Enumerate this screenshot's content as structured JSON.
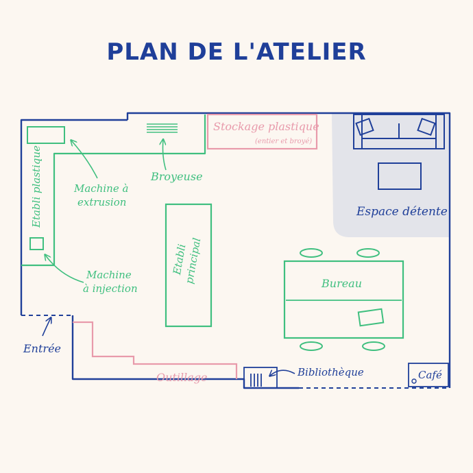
{
  "title": "PLAN DE L'ATELIER",
  "colors": {
    "background": "#fcf7f1",
    "navy": "#1f3f99",
    "green": "#3fbf7f",
    "pink": "#e89aab",
    "lounge_grey": "#e3e4ea"
  },
  "labels": {
    "etabli_plastique": "Etabli plastique",
    "machine_extrusion_1": "Machine à",
    "machine_extrusion_2": "extrusion",
    "broyeuse": "Broyeuse",
    "stockage_1": "Stockage plastique",
    "stockage_2": "(entier et broyé)",
    "espace_detente": "Espace détente",
    "etabli_principal_1": "Etabli",
    "etabli_principal_2": "principal",
    "machine_injection_1": "Machine",
    "machine_injection_2": "à injection",
    "bureau": "Bureau",
    "entree": "Entrée",
    "outillage": "Outillage",
    "bibliotheque": "Bibliothèque",
    "cafe": "Café"
  }
}
